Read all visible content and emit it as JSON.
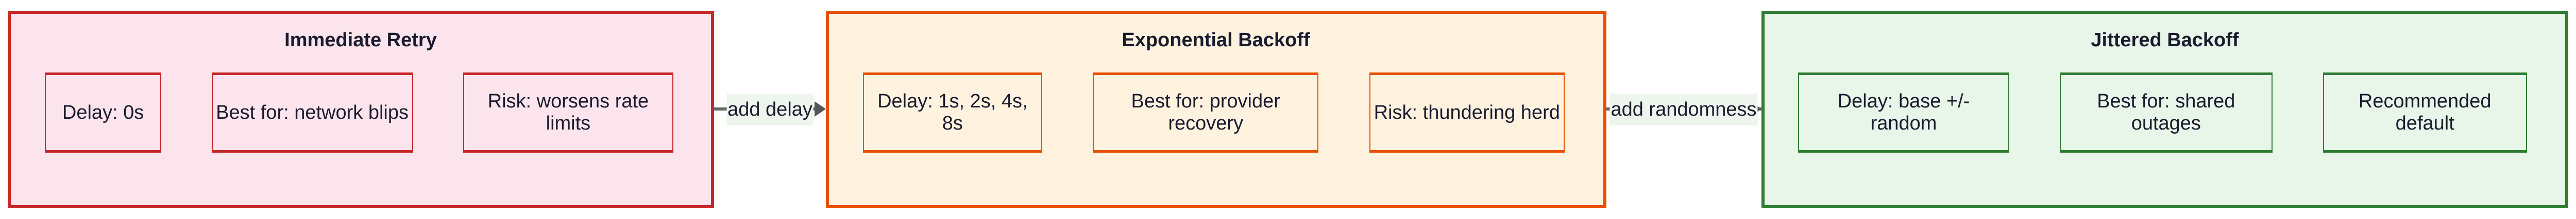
{
  "colors": {
    "immediate_border": "#c62828",
    "immediate_fill": "#fce4ec",
    "exponential_border": "#e65100",
    "exponential_fill": "#fff3e0",
    "jittered_border": "#2e7d32",
    "jittered_fill": "#e8f5e9",
    "edge": "#666666"
  },
  "groups": [
    {
      "title": "Immediate Retry",
      "nodes": [
        "Delay: 0s",
        "Best for: network blips",
        "Risk: worsens rate limits"
      ]
    },
    {
      "title": "Exponential Backoff",
      "nodes": [
        "Delay: 1s, 2s, 4s, 8s",
        "Best for: provider recovery",
        "Risk: thundering herd"
      ]
    },
    {
      "title": "Jittered Backoff",
      "nodes": [
        "Delay: base +/- random",
        "Best for: shared outages",
        "Recommended default"
      ]
    }
  ],
  "edges": [
    {
      "from": "Immediate Retry",
      "to": "Exponential Backoff",
      "label": "add delay"
    },
    {
      "from": "Exponential Backoff",
      "to": "Jittered Backoff",
      "label": "add randomness"
    }
  ]
}
